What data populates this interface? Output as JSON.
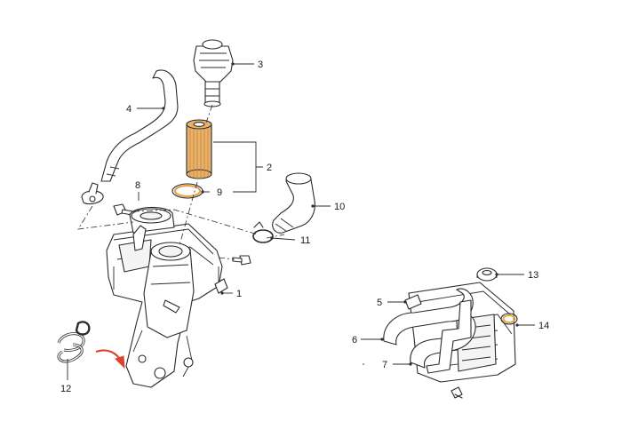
{
  "callouts": {
    "c1": "1",
    "c2": "2",
    "c3": "3",
    "c4": "4",
    "c5": "5",
    "c6": "6",
    "c7": "7",
    "c8": "8",
    "c9": "9",
    "c10": "10",
    "c11": "11",
    "c12": "12",
    "c13": "13",
    "c14": "14"
  },
  "colors": {
    "filter_element": "#e8b26a",
    "filter_ribs": "#c98a3c",
    "seal_ring": "#e8a24a",
    "arrow": "#d9432f",
    "line": "#2b2b2b"
  }
}
